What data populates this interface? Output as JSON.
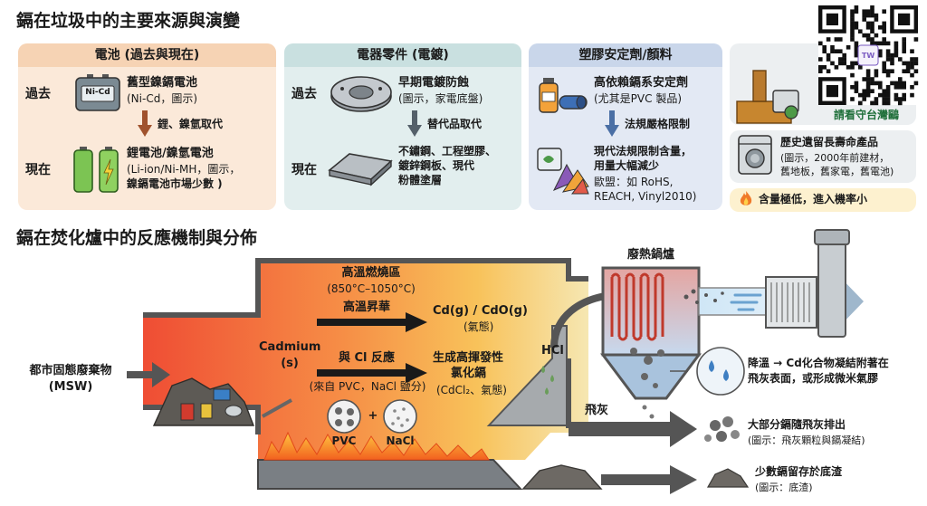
{
  "titles": {
    "top": "鎘在垃圾中的主要來源與演變",
    "bottom": "鎘在焚化爐中的反應機制與分佈"
  },
  "labels": {
    "past": "過去",
    "present": "現在"
  },
  "batteries": {
    "header": "電池 (過去與現在)",
    "past_title": "舊型鎳鎘電池",
    "past_sub": "(Ni-Cd，圖示)",
    "nicd_tag": "Ni-Cd",
    "transition": "鋰、鎳氫取代",
    "present_title": "鋰電池/鎳氫電池",
    "present_sub1": "(Li-ion/Ni-MH，圖示，",
    "present_sub2": "鎳鎘電池市場少數 )"
  },
  "electrical": {
    "header": "電器零件 (電鍍)",
    "past_title": "早期電鍍防蝕",
    "past_sub": "(圖示，家電底盤)",
    "transition": "替代品取代",
    "present_l1": "不鏽鋼、工程塑膠、",
    "present_l2": "鍍鋅鋼板、現代",
    "present_l3": "粉體塗層"
  },
  "plastics": {
    "header": "塑膠安定劑/顏料",
    "past_title": "高依賴鎘系安定劑",
    "past_sub": "(尤其是PVC 製品)",
    "transition": "法規嚴格限制",
    "present_l1": "現代法規限制含量，",
    "present_l2": "用量大幅減少",
    "present_l3": "歐盟：如 RoHS,",
    "present_l4": "REACH, Vinyl2010)"
  },
  "legacy": {
    "qr_caption": "請看守台灣鷗",
    "qr_badge": "TW",
    "title": "歷史遺留長壽命產品",
    "sub1": "(圖示，2000年前建材，",
    "sub2": "舊地板，舊家電，舊電池)",
    "note": "含量極低，進入機率小"
  },
  "incinerator": {
    "msw_l1": "都市固態廢棄物",
    "msw_l2": "(MSW)",
    "zone_title": "高溫燃燒區",
    "zone_temp": "(850°C–1050°C)",
    "sublimation": "高溫昇華",
    "cd_gas": "Cd(g) / CdO(g)",
    "gas_state": "(氣態)",
    "cadmium": "Cadmium",
    "cadmium_s": "(s)",
    "cl_reaction": "與 Cl 反應",
    "cl_source": "(來自 PVC，NaCl 鹽分)",
    "product_l1": "生成高揮發性",
    "product_l2": "氯化鎘",
    "product_l3": "(CdCl₂、氣態)",
    "pvc": "PVC",
    "nacl": "NaCl",
    "plus": "+",
    "hcl": "HCl",
    "boiler": "廢熱鍋爐",
    "fly_ash": "飛灰",
    "condense_l1": "降溫 → Cd化合物凝結附著在",
    "condense_l2": "飛灰表面，或形成微米氣膠",
    "fly_out_l1": "大部分鎘隨飛灰排出",
    "fly_out_l2": "(圖示：飛灰顆粒與鎘凝結)",
    "bottom_out_l1": "少數鎘留存於底渣",
    "bottom_out_l2": "(圖示：底渣)"
  },
  "colors": {
    "battery_panel": "#fbe9d9",
    "battery_header": "#f6d3b4",
    "electrical_panel": "#e2eeee",
    "electrical_header": "#c9e0e0",
    "plastics_panel": "#e3e9f4",
    "plastics_header": "#c9d6ea",
    "legacy_panel": "#eceff1",
    "note_bg": "#fdf1cf",
    "transition_arrow": "#a0522d",
    "flow_arrow": "#1a1a1a",
    "furnace_hot": "#f0553a",
    "furnace_warm": "#f7b24b",
    "furnace_cool": "#f6e7b0"
  }
}
